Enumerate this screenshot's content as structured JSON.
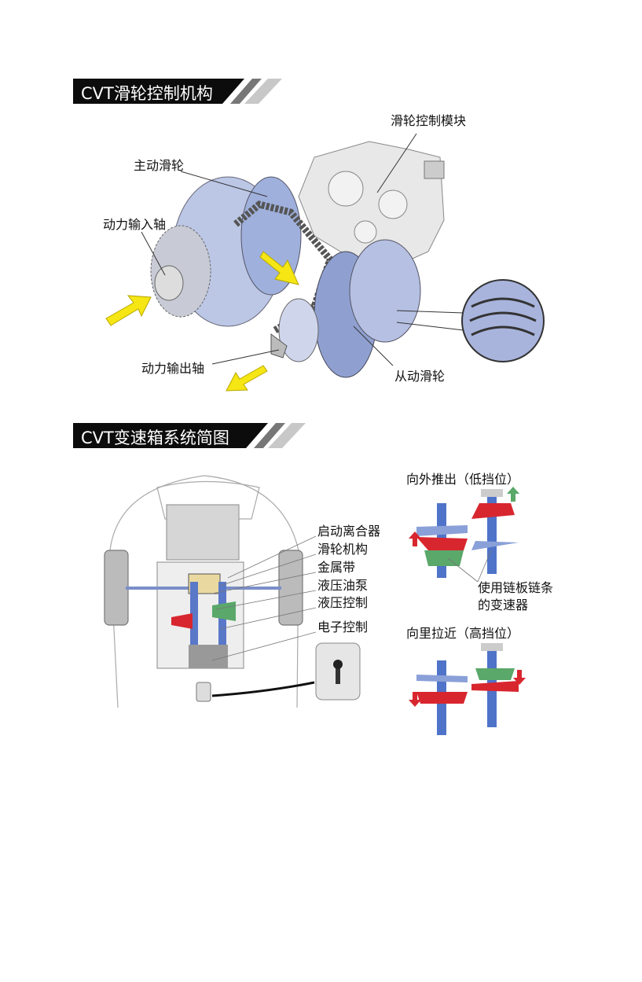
{
  "section1": {
    "title": "CVT滑轮控制机构",
    "labels": {
      "control_module": "滑轮控制模块",
      "drive_pulley": "主动滑轮",
      "input_shaft": "动力输入轴",
      "output_shaft": "动力输出轴",
      "driven_pulley": "从动滑轮"
    }
  },
  "section2": {
    "title": "CVT变速箱系统简图",
    "labels": {
      "clutch": "启动离合器",
      "pulley_mechanism": "滑轮机构",
      "metal_belt": "金属带",
      "hydraulic_pump": "液压油泵",
      "hydraulic_control": "液压控制",
      "electronic_control": "电子控制"
    },
    "low_gear": "向外推出（低挡位）",
    "chain_note_line1": "使用链板链条",
    "chain_note_line2": "的变速器",
    "high_gear": "向里拉近（高挡位）"
  },
  "colors": {
    "arrow_yellow": "#f5e614",
    "pulley_blue": "#9fb0dc",
    "red": "#d8262f",
    "green": "#5aa86a"
  }
}
